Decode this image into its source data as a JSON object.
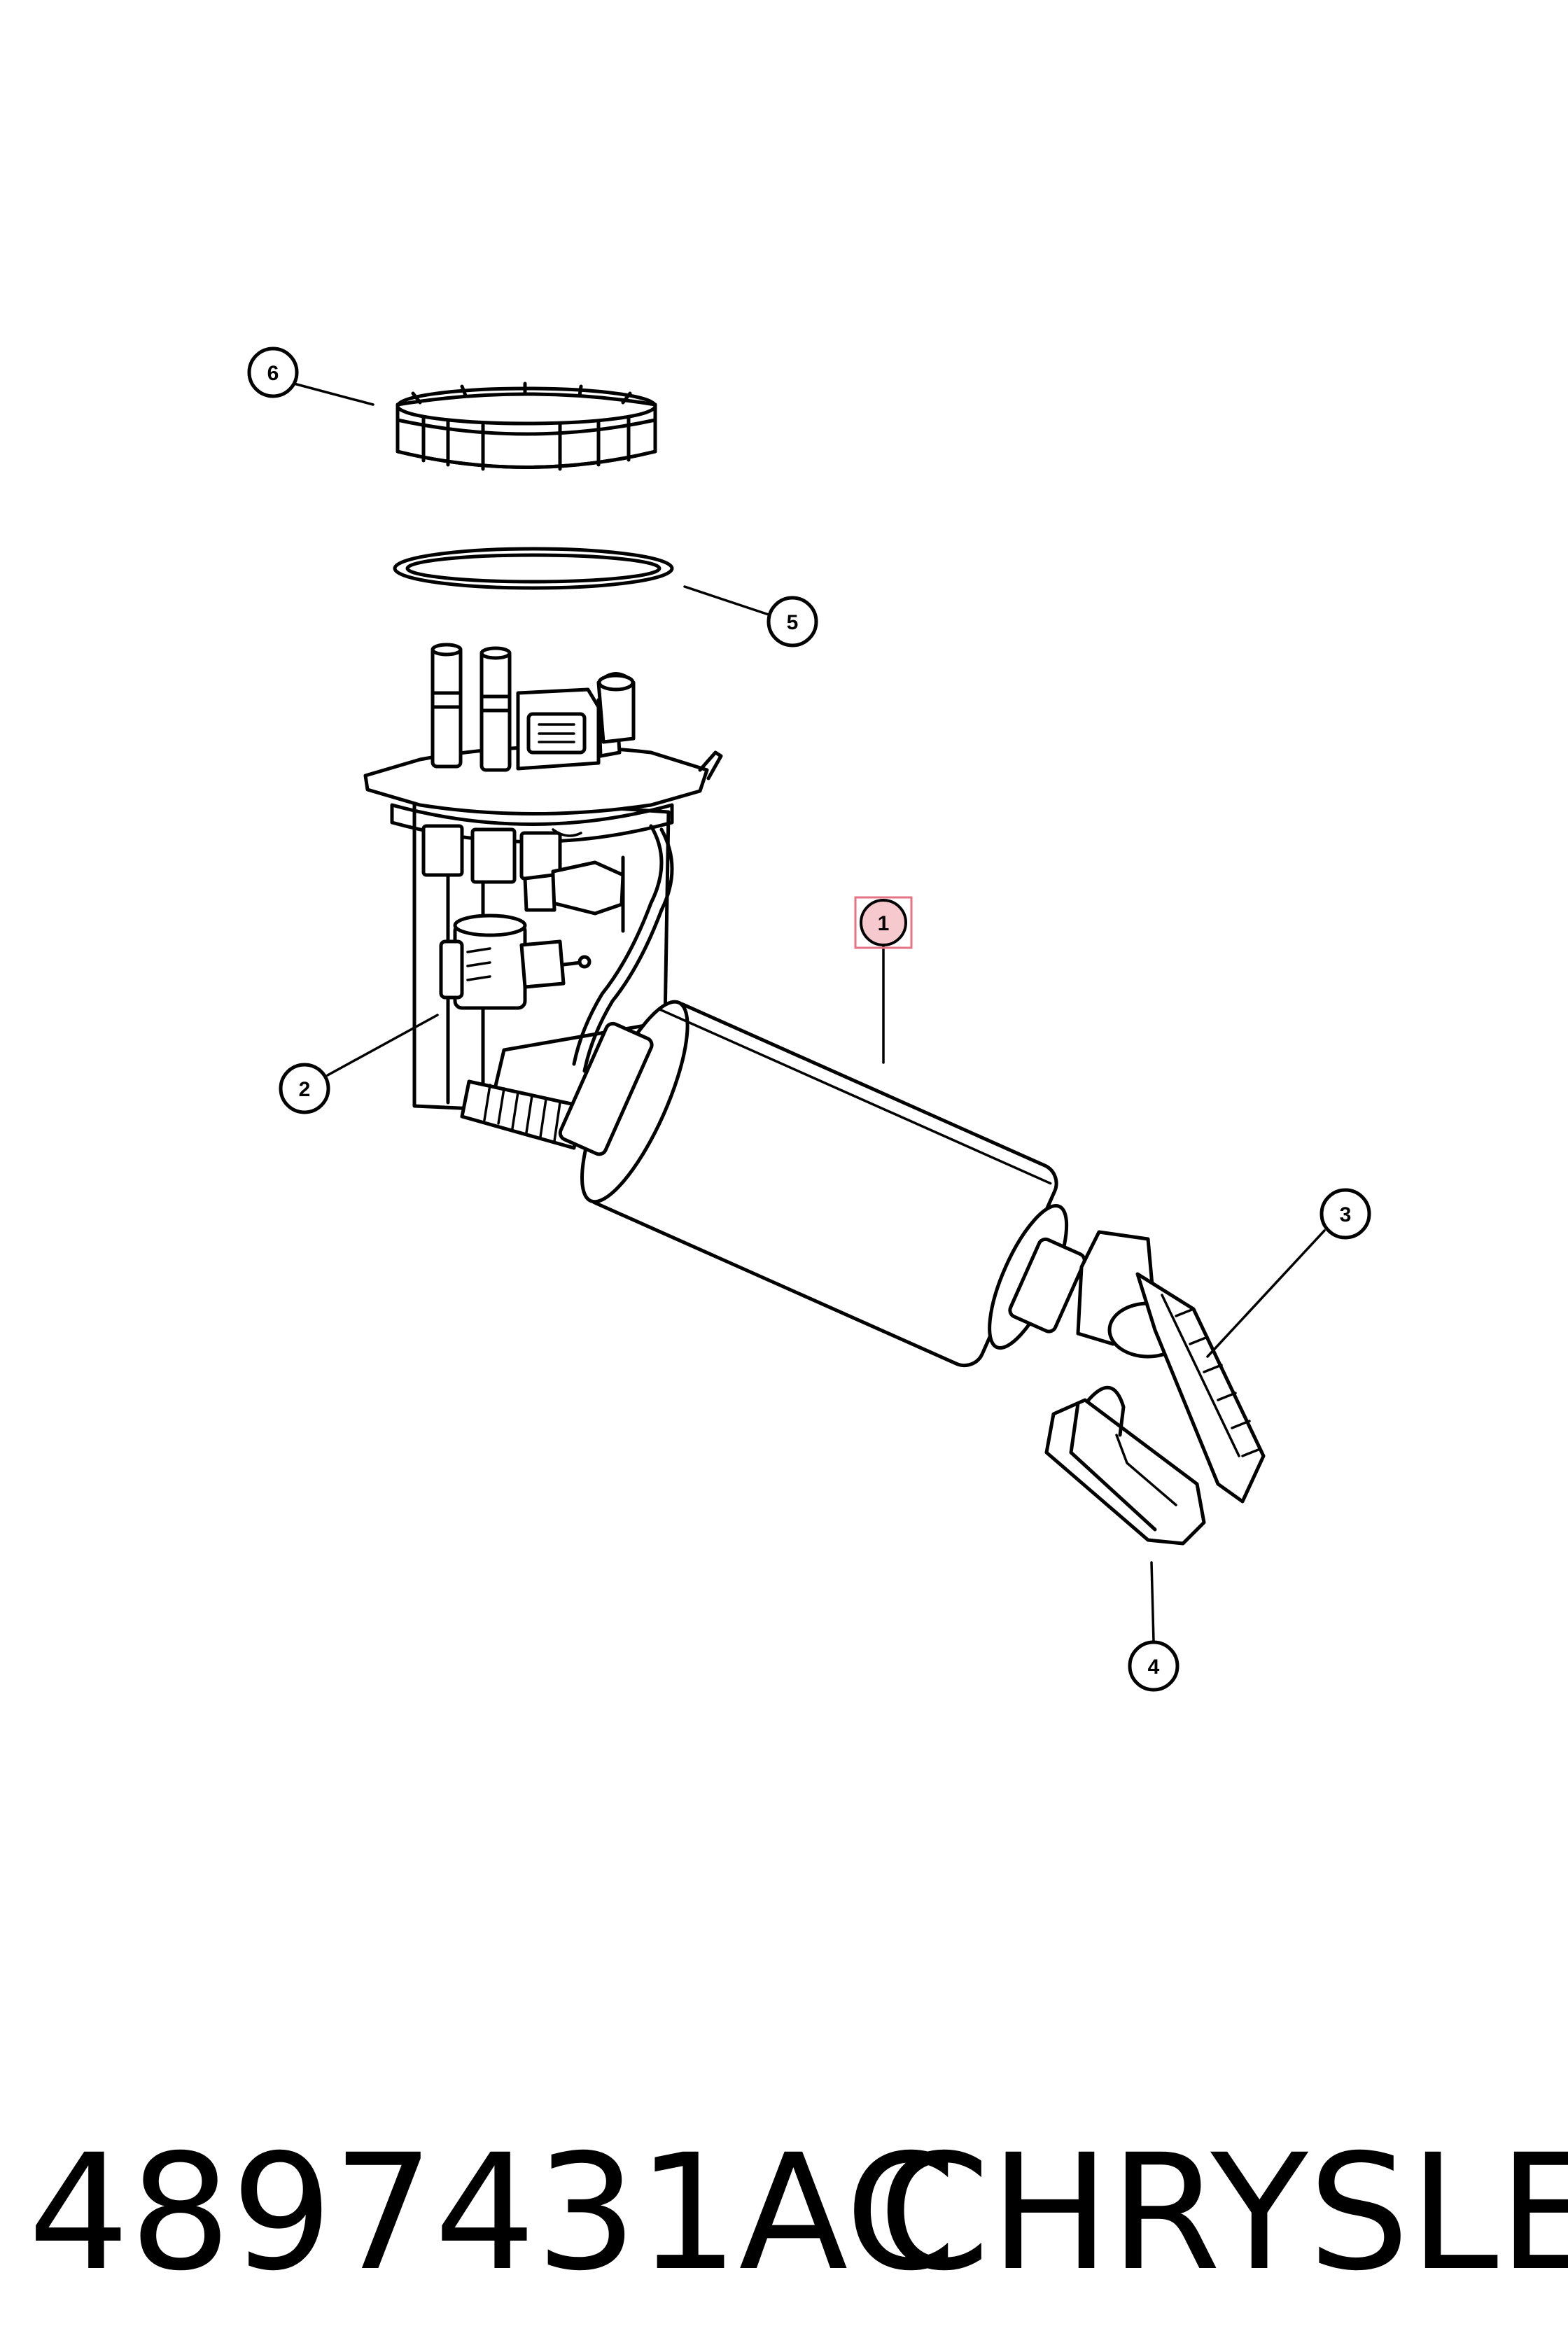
{
  "callouts": {
    "c1": "1",
    "c2": "2",
    "c3": "3",
    "c4": "4",
    "c5": "5",
    "c6": "6"
  },
  "caption": {
    "part_number": "4897431AC",
    "brand": "CHRYSLER"
  },
  "colors": {
    "line": "#000000",
    "background": "#ffffff",
    "highlight_fill": "#f6c9cf",
    "highlight_stroke": "#e57385"
  },
  "icons": [
    "lock-ring-icon",
    "seal-ring-icon",
    "fuel-pump-module-icon",
    "pressure-regulator-icon",
    "level-sensor-icon",
    "strainer-filter-icon"
  ]
}
